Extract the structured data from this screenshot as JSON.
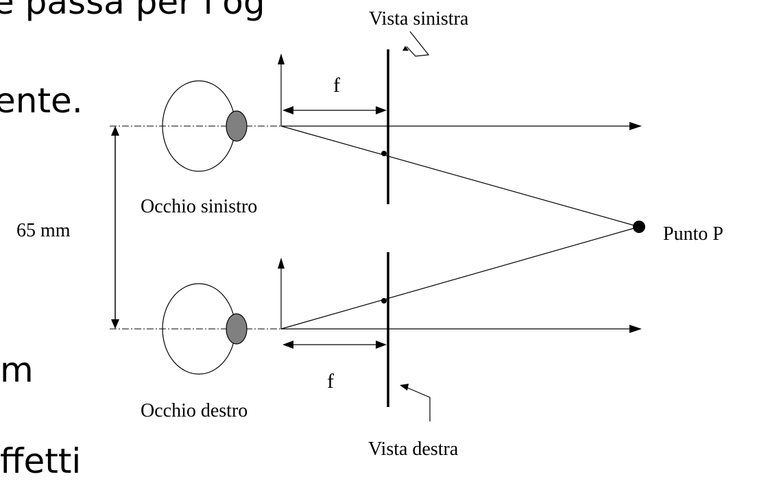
{
  "slide": {
    "fragments": [
      "e passa per l'og",
      "ente.",
      "m",
      "ffetti"
    ]
  },
  "diagram": {
    "labels": {
      "vista_sinistra": "Vista sinistra",
      "vista_destra": "Vista destra",
      "focal_top": "f",
      "focal_bottom": "f",
      "occhio_sinistro": "Occhio sinistro",
      "occhio_destro": "Occhio destro",
      "distance": "65 mm",
      "punto_p": "Punto P"
    },
    "colors": {
      "line": "#000000",
      "pupil": "#808080"
    }
  }
}
